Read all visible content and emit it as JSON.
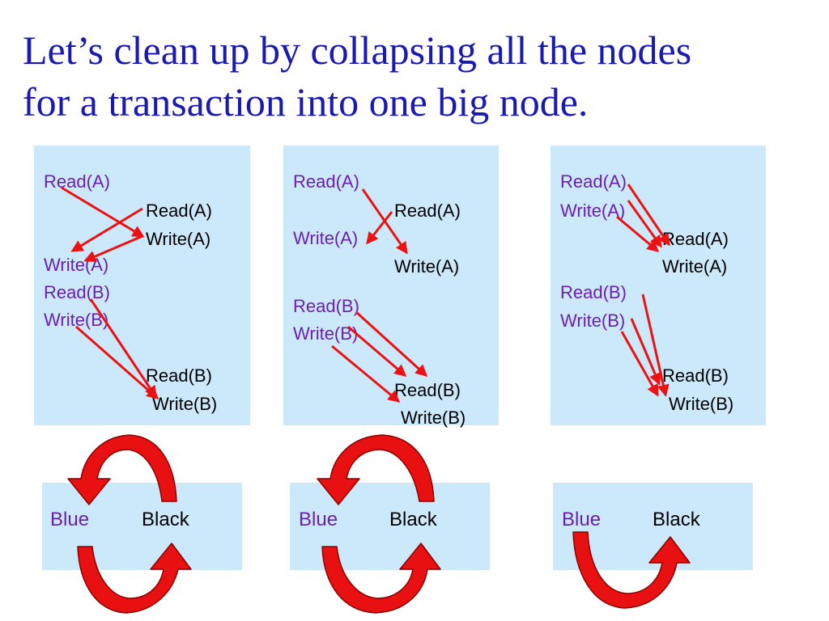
{
  "slide": {
    "title_line1": "Let’s clean up by collapsing all the nodes",
    "title_line2": "for a transaction into one big node."
  },
  "colors": {
    "title": "#1a1ab0",
    "panel_bg": "#cce9fb",
    "transaction1_text": "#6a1fb0",
    "transaction2_text": "#000000",
    "arrow": "#ee1111",
    "cycle_arrow_fill": "#e81010",
    "cycle_arrow_dark": "#8b0000"
  },
  "schedules": [
    {
      "ops": [
        "Read(A)",
        "Read(A)",
        "Write(A)",
        "Write(A)",
        "Read(B)",
        "Write(B)",
        "Read(B)",
        "Write(B)"
      ],
      "graph": {
        "left_label": "Blue",
        "right_label": "Black",
        "cycle": true
      }
    },
    {
      "ops": [
        "Read(A)",
        "Read(A)",
        "Write(A)",
        "Write(A)",
        "Read(B)",
        "Write(B)",
        "Read(B)",
        "Write(B)"
      ],
      "graph": {
        "left_label": "Blue",
        "right_label": "Black",
        "cycle": true
      }
    },
    {
      "ops": [
        "Read(A)",
        "Write(A)",
        "Read(A)",
        "Write(A)",
        "Read(B)",
        "Write(B)",
        "Read(B)",
        "Write(B)"
      ],
      "graph": {
        "left_label": "Blue",
        "right_label": "Black",
        "cycle": false
      }
    }
  ]
}
